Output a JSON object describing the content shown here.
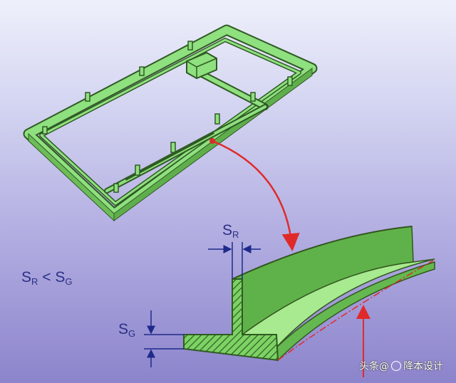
{
  "labels": {
    "s_r": {
      "main": "S",
      "sub": "R"
    },
    "s_g": {
      "main": "S",
      "sub": "G"
    },
    "relation": {
      "left_main": "S",
      "left_sub": "R",
      "op": "<",
      "right_main": "S",
      "right_sub": "G"
    }
  },
  "watermark": {
    "prefix": "头条",
    "at": "@",
    "name": "降本设计"
  },
  "colors": {
    "frame_fill": "#8fe07f",
    "frame_stroke": "#2f5a23",
    "section_fill": "#7cd364",
    "section_stroke": "#33561f",
    "hatch": "#2f5a23",
    "arrow": "#e02a2a",
    "dim": "#1f2a8a"
  },
  "icons": [
    "curved-arrow-icon",
    "dimension-arrow-icon",
    "watermark-logo-icon"
  ]
}
